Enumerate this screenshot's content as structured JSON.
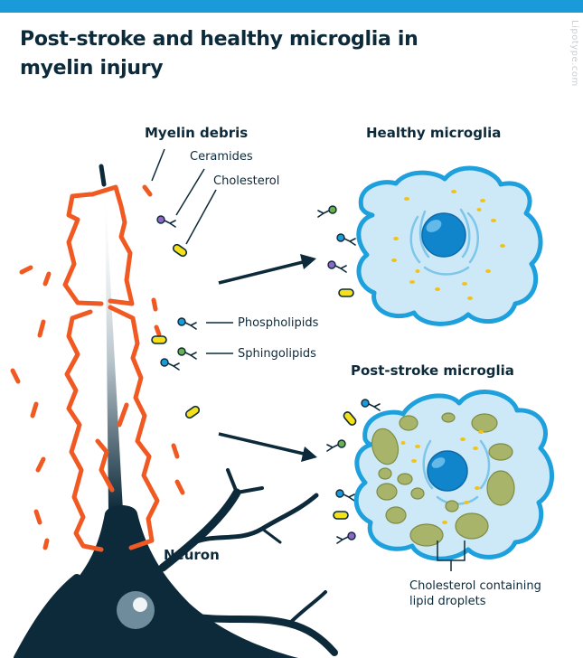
{
  "title": "Post-stroke and healthy microglia in myelin injury",
  "watermark": "Lipotype.com",
  "colors": {
    "accent": "#1a9ad8",
    "dark": "#0d2a3a",
    "myelin": "#f05a22",
    "cell_fill": "#cde9f8",
    "cell_border": "#1ea0dc",
    "nucleus": "#1185cc",
    "droplet": "#a8b46a",
    "granule": "#f2c21c",
    "phospholipid": "#1a9ad8",
    "ceramide": "#8b68c6",
    "sphingolipid": "#6ab04c"
  },
  "labels": {
    "myelin_debris": "Myelin debris",
    "ceramides": "Ceramides",
    "cholesterol": "Cholesterol",
    "phospholipids": "Phospholipids",
    "sphingolipids": "Sphingolipids",
    "healthy_microglia": "Healthy microglia",
    "post_stroke_microglia": "Post-stroke microglia",
    "neuron": "Neuron",
    "droplets_line1": "Cholesterol containing",
    "droplets_line2": "lipid droplets"
  }
}
